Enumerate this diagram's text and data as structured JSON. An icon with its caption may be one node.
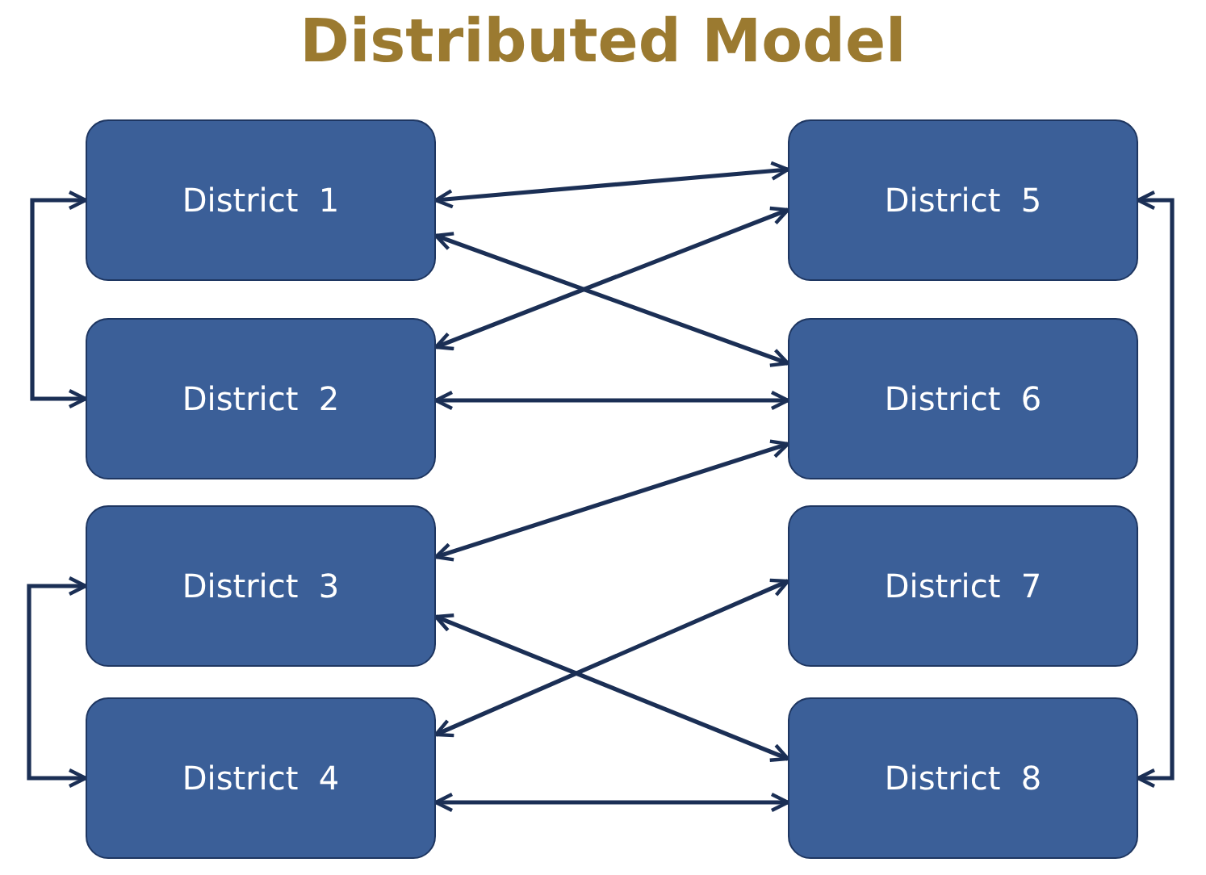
{
  "diagram": {
    "title": "Distributed Model",
    "nodes": [
      {
        "text": [
          "District  1"
        ]
      },
      {
        "text": [
          "District  2"
        ]
      },
      {
        "text": [
          "District  3"
        ]
      },
      {
        "text": [
          "District  4"
        ]
      },
      {
        "text": [
          "District  5"
        ]
      },
      {
        "text": [
          "District  6"
        ]
      },
      {
        "text": [
          "District  7"
        ]
      },
      {
        "text": [
          "District  8"
        ]
      }
    ],
    "edges": [
      {
        "from": 0,
        "to": 4,
        "arrow": "both"
      },
      {
        "from": 0,
        "to": 5,
        "arrow": "both"
      },
      {
        "from": 1,
        "to": 4,
        "arrow": "both"
      },
      {
        "from": 1,
        "to": 5,
        "arrow": "both"
      },
      {
        "from": 2,
        "to": 5,
        "arrow": "both"
      },
      {
        "from": 2,
        "to": 7,
        "arrow": "both"
      },
      {
        "from": 3,
        "to": 6,
        "arrow": "both"
      },
      {
        "from": 3,
        "to": 7,
        "arrow": "both"
      },
      {
        "from": 0,
        "to": 1,
        "arrow": "both"
      },
      {
        "from": 2,
        "to": 3,
        "arrow": "both"
      },
      {
        "from": 4,
        "to": 7,
        "arrow": "both"
      }
    ]
  }
}
